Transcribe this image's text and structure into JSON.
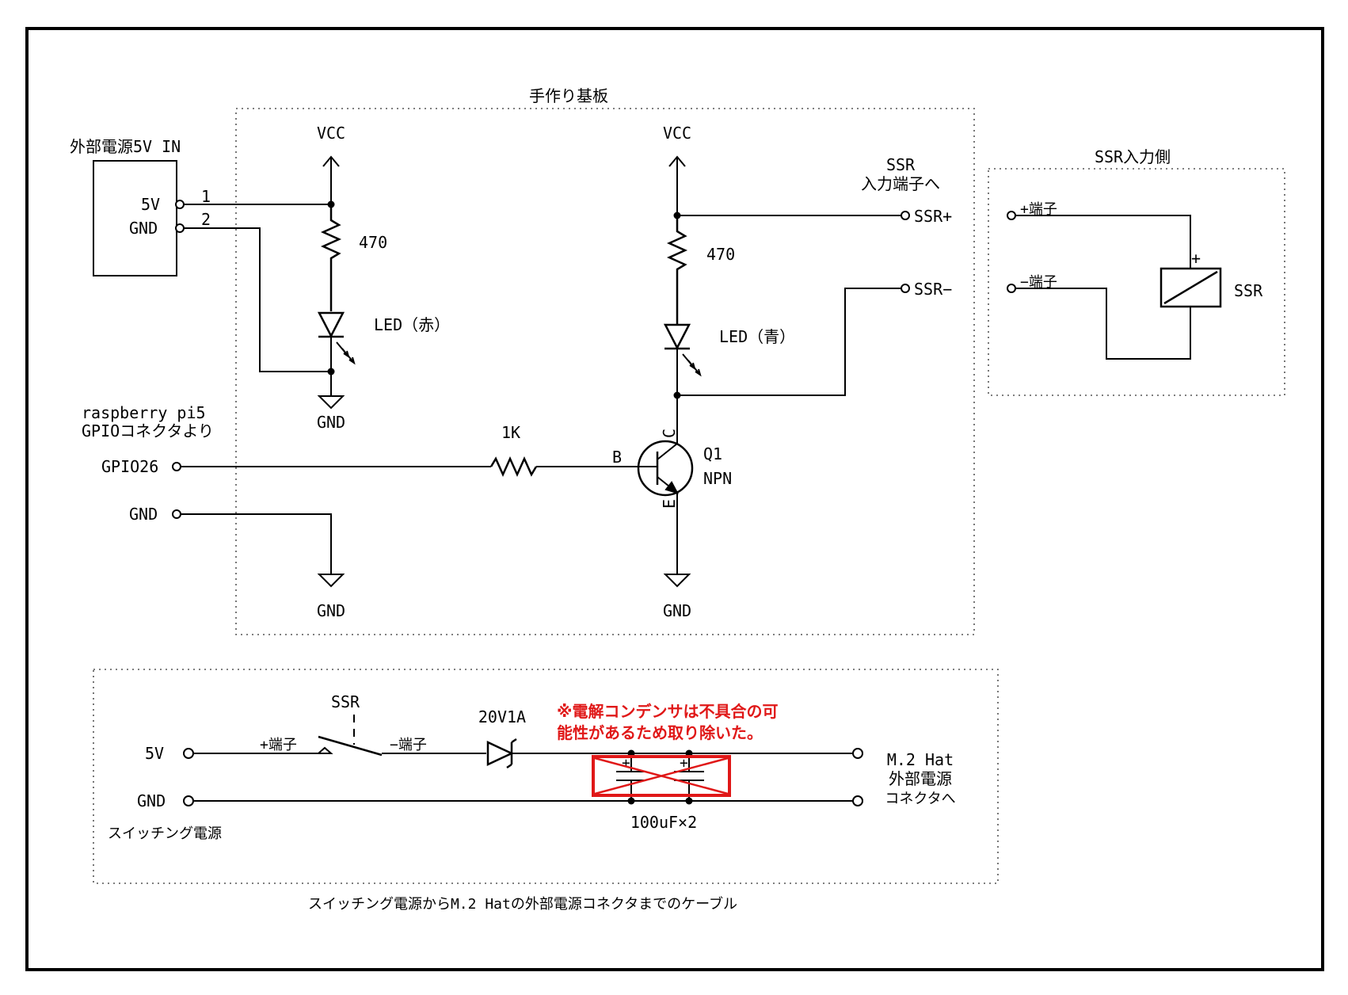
{
  "board_title": "手作り基板",
  "ext_power": {
    "title": "外部電源5V IN",
    "pin1_label": "5V",
    "pin2_label": "GND",
    "pin1_num": "1",
    "pin2_num": "2"
  },
  "left_circuit": {
    "vcc": "VCC",
    "resistor": "470",
    "led": "LED（赤）",
    "gnd": "GND"
  },
  "right_circuit": {
    "vcc": "VCC",
    "resistor": "470",
    "led": "LED（青）",
    "gnd": "GND"
  },
  "ssr_out": {
    "title_line1": "SSR",
    "title_line2": "入力端子へ",
    "plus": "SSR+",
    "minus": "SSR−"
  },
  "rpi": {
    "line1": "raspberry pi5",
    "line2": "GPIOコネクタより",
    "gpio": "GPIO26",
    "gnd": "GND",
    "gnd_symbol": "GND"
  },
  "base_resistor": "1K",
  "transistor": {
    "ref": "Q1",
    "type": "NPN",
    "base": "B",
    "collector": "C",
    "emitter": "E"
  },
  "ssr_side": {
    "title": "SSR入力側",
    "plus_terminal": "+端子",
    "minus_terminal": "−端子",
    "plus_mark": "+",
    "label": "SSR"
  },
  "cable": {
    "caption": "スイッチング電源からM.2 Hatの外部電源コネクタまでのケーブル",
    "v5": "5V",
    "gnd": "GND",
    "source": "スイッチング電源",
    "ssr": "SSR",
    "plus_terminal": "+端子",
    "minus_terminal": "−端子",
    "diode": "20V1A",
    "warning_line1": "※電解コンデンサは不具合の可",
    "warning_line2": "能性があるため取り除いた。",
    "cap_label": "100uF×2",
    "cap_plus": "+",
    "dest_line1": "M.2 Hat",
    "dest_line2": "外部電源",
    "dest_line3": "コネクタへ"
  },
  "colors": {
    "warning": "#e01818",
    "line": "#000000"
  }
}
